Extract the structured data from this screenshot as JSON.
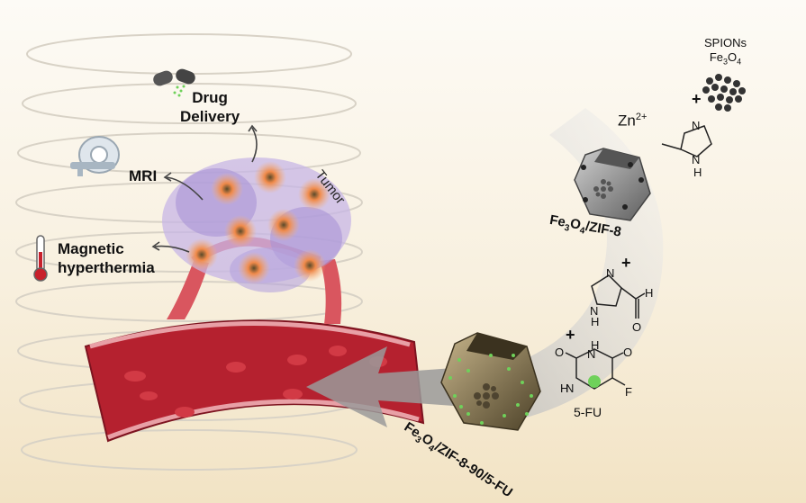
{
  "labels": {
    "drug_delivery_line1": "Drug",
    "drug_delivery_line2": "Delivery",
    "mri": "MRI",
    "magnetic_line1": "Magnetic",
    "magnetic_line2": "hyperthermia",
    "tumor": "Tumor",
    "zn": "Zn",
    "zn_charge": "2+",
    "spions": "SPIONs",
    "fe3o4_fe": "Fe",
    "fe3o4_3": "3",
    "fe3o4_o": "O",
    "fe3o4_4": "4",
    "zif8_prefix": "Fe",
    "zif8_sub3": "3",
    "zif8_o": "O",
    "zif8_sub4": "4",
    "zif8_suffix": "/ZIF-8",
    "final_prefix": "Fe",
    "final_sub3": "3",
    "final_o": "O",
    "final_sub4": "4",
    "final_suffix": "/ZIF-8-90/5-FU",
    "five_fu": "5-FU",
    "plus": "+",
    "atom_n": "N",
    "atom_h": "H",
    "atom_o": "O",
    "atom_f": "F"
  },
  "colors": {
    "blood_vessel": "#b5212f",
    "blood_cell": "#d23a45",
    "tumor_cloud": "#b9a6dd",
    "nanoparticle_glow": "#f07a3a",
    "zif8_gray": "#8e8e8e",
    "final_particle": "#8a7a55",
    "drug_green": "#6fd15a",
    "arrow_gray": "#9a9a9a"
  },
  "icons": [
    "pill-capsule-icon",
    "mri-scanner-icon",
    "thermometer-icon",
    "spion-particles-icon"
  ]
}
